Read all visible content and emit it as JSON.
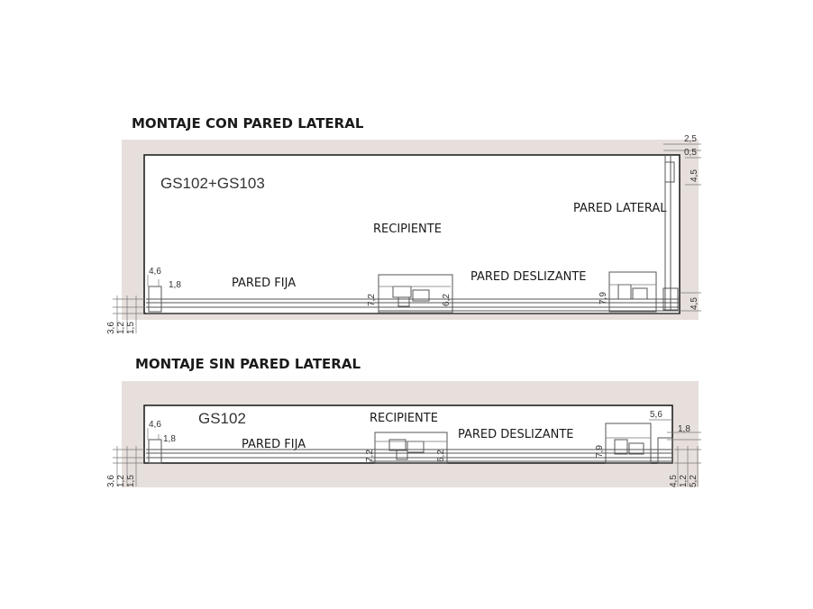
{
  "diagrams": [
    {
      "title": "MONTAJE CON PARED LATERAL",
      "model": "GS102+GS103",
      "labels": {
        "recipient": "RECIPIENTE",
        "fixed_wall": "PARED FIJA",
        "sliding_wall": "PARED DESLIZANTE",
        "side_wall": "PARED LATERAL"
      },
      "dims": {
        "top_right_a": "2,5",
        "top_right_b": "0,5",
        "top_right_c": "4,5",
        "left_a": "4,6",
        "left_b": "1,8",
        "mid_a": "7,2",
        "mid_b": "6,2",
        "slider": "7,9",
        "right_bottom": "4,5",
        "bottom_a": "3,6",
        "bottom_b": "1,2",
        "bottom_c": "1,5"
      }
    },
    {
      "title": "MONTAJE SIN PARED LATERAL",
      "model": "GS102",
      "labels": {
        "recipient": "RECIPIENTE",
        "fixed_wall": "PARED FIJA",
        "sliding_wall": "PARED DESLIZANTE"
      },
      "dims": {
        "right_top": "5,6",
        "right_mid": "1,8",
        "left_a": "4,6",
        "left_b": "1,8",
        "mid_a": "7,2",
        "mid_b": "6,2",
        "slider": "7,9",
        "bottom_a": "3,6",
        "bottom_b": "1,2",
        "bottom_c": "1,5",
        "right_a": "4,5",
        "right_b": "1,2",
        "right_c": "5,2"
      }
    }
  ],
  "colors": {
    "wall": "#e7dfdc",
    "line": "#222222"
  }
}
